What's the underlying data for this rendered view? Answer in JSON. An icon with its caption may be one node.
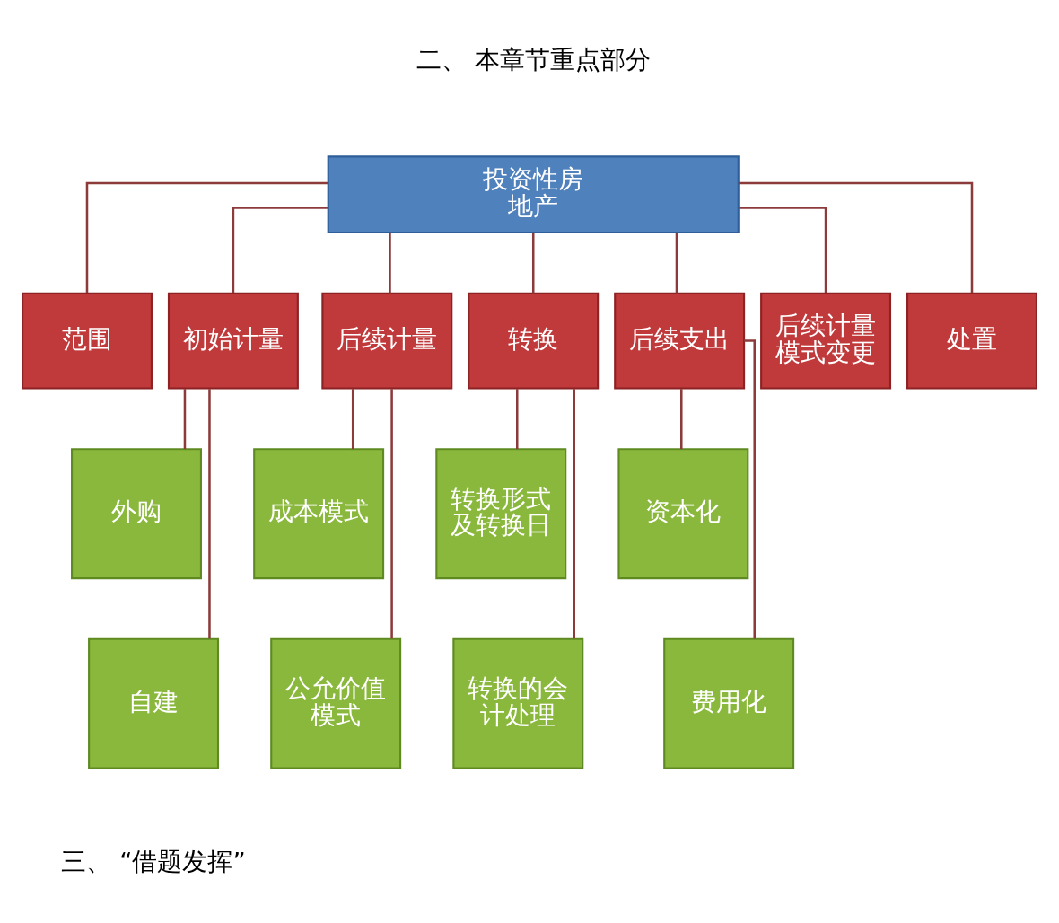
{
  "diagram": {
    "nodes": [
      {
        "text": [
          "投资性房地产"
        ]
      },
      {
        "text": [
          "范围"
        ]
      },
      {
        "text": [
          "初始计量"
        ]
      },
      {
        "text": [
          "后续计量"
        ]
      },
      {
        "text": [
          "转换"
        ]
      },
      {
        "text": [
          "后续支出"
        ]
      },
      {
        "text": [
          "后续计量模式变更"
        ]
      },
      {
        "text": [
          "处置"
        ]
      },
      {
        "text": [
          "外购"
        ]
      },
      {
        "text": [
          "成本模式"
        ]
      },
      {
        "text": [
          "转换形式及转换日"
        ]
      },
      {
        "text": [
          "资本化"
        ]
      },
      {
        "text": [
          "自建"
        ]
      },
      {
        "text": [
          "公允价值模式"
        ]
      },
      {
        "text": [
          "转换的会计处理"
        ]
      },
      {
        "text": [
          "费用化"
        ]
      }
    ],
    "edges": [
      {
        "from": 0,
        "to": 1,
        "arrow": "none"
      },
      {
        "from": 0,
        "to": 2,
        "arrow": "none"
      },
      {
        "from": 0,
        "to": 3,
        "arrow": "none"
      },
      {
        "from": 0,
        "to": 4,
        "arrow": "none"
      },
      {
        "from": 0,
        "to": 5,
        "arrow": "none"
      },
      {
        "from": 0,
        "to": 6,
        "arrow": "none"
      },
      {
        "from": 0,
        "to": 7,
        "arrow": "none"
      },
      {
        "from": 2,
        "to": 8,
        "arrow": "none"
      },
      {
        "from": 2,
        "to": 12,
        "arrow": "none"
      },
      {
        "from": 3,
        "to": 9,
        "arrow": "none"
      },
      {
        "from": 3,
        "to": 13,
        "arrow": "none"
      },
      {
        "from": 4,
        "to": 10,
        "arrow": "none"
      },
      {
        "from": 4,
        "to": 14,
        "arrow": "none"
      },
      {
        "from": 5,
        "to": 11,
        "arrow": "none"
      },
      {
        "from": 5,
        "to": 15,
        "arrow": "none"
      }
    ],
    "labels": [
      "二、 本章节重点部分",
      "三、 “借题发挥”"
    ]
  }
}
